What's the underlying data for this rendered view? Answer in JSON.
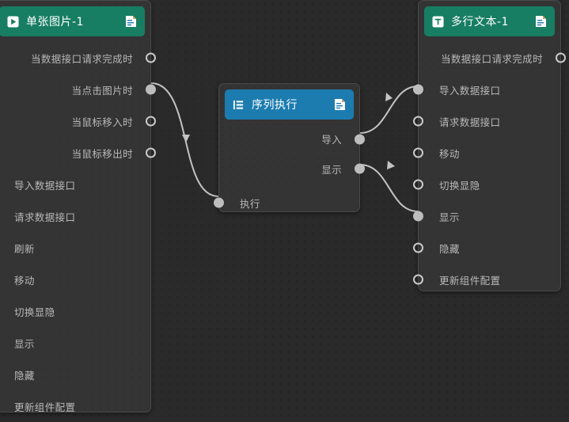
{
  "canvas": {
    "background_color": "#2a2a2a",
    "dot_color": "#222222"
  },
  "nodes": [
    {
      "id": "image-node",
      "title": "单张图片-1",
      "header_color": "#177d63",
      "header_icon": "play-icon",
      "doc_icon": "document-icon",
      "outputs": [
        {
          "label": "当数据接口请求完成时",
          "connected": false
        },
        {
          "label": "当点击图片时",
          "connected": true
        },
        {
          "label": "当鼠标移入时",
          "connected": false
        },
        {
          "label": "当鼠标移出时",
          "connected": false
        }
      ],
      "inputs": [
        {
          "label": "导入数据接口",
          "connected": false
        },
        {
          "label": "请求数据接口",
          "connected": false
        },
        {
          "label": "刷新",
          "connected": false
        },
        {
          "label": "移动",
          "connected": false
        },
        {
          "label": "切换显隐",
          "connected": false
        },
        {
          "label": "显示",
          "connected": false
        },
        {
          "label": "隐藏",
          "connected": false
        },
        {
          "label": "更新组件配置",
          "connected": false
        }
      ]
    },
    {
      "id": "sequence-node",
      "title": "序列执行",
      "header_color": "#1c7cb0",
      "header_icon": "sequence-icon",
      "doc_icon": "document-icon",
      "outputs": [
        {
          "label": "导入",
          "connected": true
        },
        {
          "label": "显示",
          "connected": true
        }
      ],
      "inputs": [
        {
          "label": "执行",
          "connected": true
        }
      ]
    },
    {
      "id": "text-node",
      "title": "多行文本-1",
      "header_color": "#177d63",
      "header_icon": "text-icon",
      "doc_icon": "document-icon",
      "outputs": [
        {
          "label": "当数据接口请求完成时",
          "connected": false
        }
      ],
      "inputs": [
        {
          "label": "导入数据接口",
          "connected": true
        },
        {
          "label": "请求数据接口",
          "connected": false
        },
        {
          "label": "移动",
          "connected": false
        },
        {
          "label": "切换显隐",
          "connected": false
        },
        {
          "label": "显示",
          "connected": true
        },
        {
          "label": "隐藏",
          "connected": false
        },
        {
          "label": "更新组件配置",
          "connected": false
        }
      ]
    }
  ],
  "edges": [
    {
      "from": "当点击图片时",
      "to": "执行",
      "color": "#c4c4c4"
    },
    {
      "from": "导入",
      "to": "导入数据接口",
      "color": "#c4c4c4"
    },
    {
      "from": "显示",
      "to": "显示",
      "color": "#c4c4c4"
    }
  ]
}
